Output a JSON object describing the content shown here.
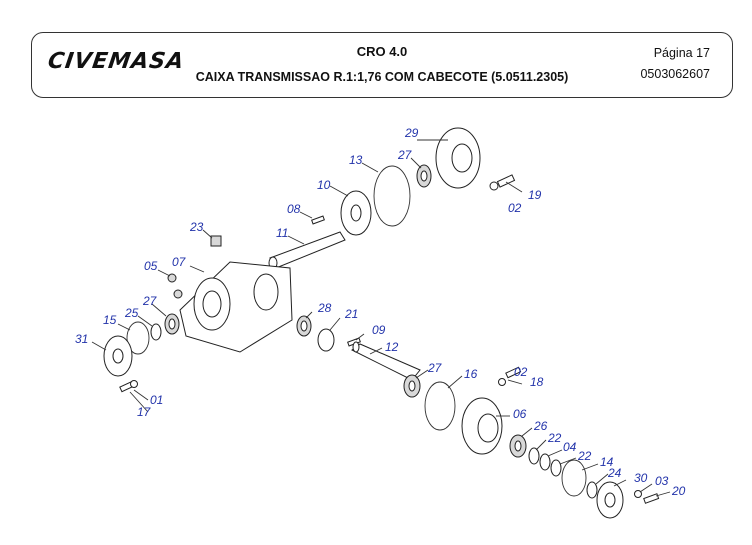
{
  "header": {
    "logo": "CIVEMASA",
    "title_line1": "CRO 4.0",
    "title_line2": "CAIXA TRANSMISSAO R.1:1,76 COM CABECOTE (5.0511.2305)",
    "page_label": "Página 17",
    "doc_number": "0503062607"
  },
  "callouts": {
    "c29": "29",
    "c27a": "27",
    "c13": "13",
    "c19": "19",
    "c02a": "02",
    "c10": "10",
    "c08": "08",
    "c11": "11",
    "c23": "23",
    "c05": "05",
    "c07": "07",
    "c27b": "27",
    "c25": "25",
    "c15": "15",
    "c31": "31",
    "c28": "28",
    "c21": "21",
    "c09": "09",
    "c12": "12",
    "c27c": "27",
    "c16": "16",
    "c02b": "02",
    "c18": "18",
    "c06": "06",
    "c26": "26",
    "c22a": "22",
    "c04": "04",
    "c22b": "22",
    "c14": "14",
    "c24": "24",
    "c30": "30",
    "c03": "03",
    "c20": "20",
    "c01": "01",
    "c17": "17"
  }
}
